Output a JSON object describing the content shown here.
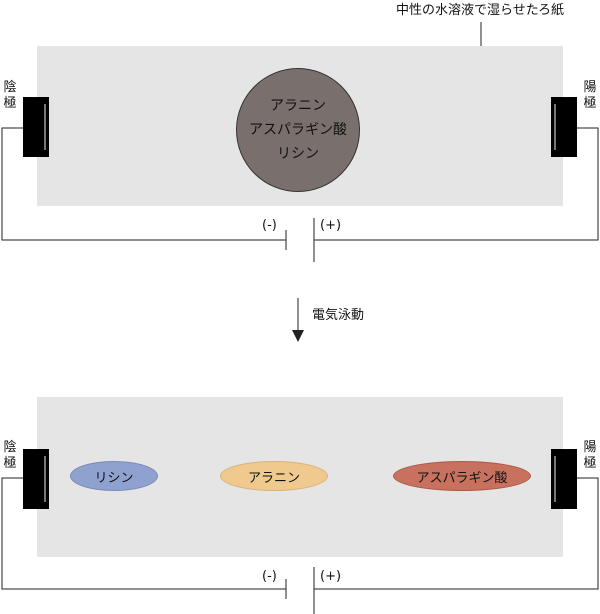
{
  "top_label": "中性の水溶液で湿らせたろ紙",
  "step_label": "電気泳動",
  "cathode": "陰極",
  "anode": "陽極",
  "minus": "(-)",
  "plus": "(+)",
  "before": {
    "amino_acids": [
      "アラニン",
      "アスパラギン酸",
      "リシン"
    ]
  },
  "after": {
    "lysine": "リシン",
    "alanine": "アラニン",
    "aspartic": "アスパラギン酸"
  },
  "colors": {
    "paper": "#e5e5e5",
    "mixture": "#79706e",
    "lysine": "#8fa1cf",
    "alanine": "#efc98e",
    "aspartic": "#c8715e"
  }
}
